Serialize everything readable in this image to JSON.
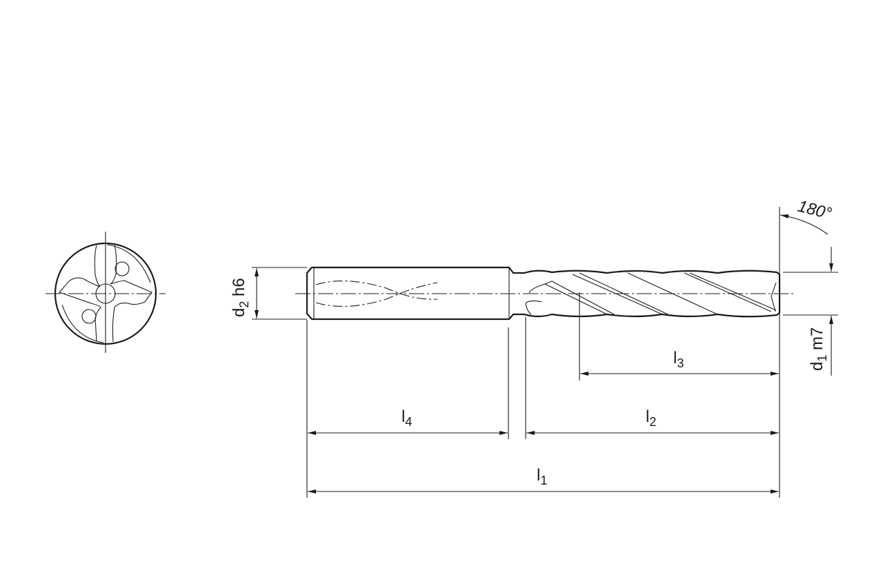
{
  "labels": {
    "d2": {
      "main": "d",
      "sub": "2",
      "tol": " h6"
    },
    "d1": {
      "main": "d",
      "sub": "1",
      "tol": " m7"
    },
    "l1": {
      "main": "l",
      "sub": "1"
    },
    "l2": {
      "main": "l",
      "sub": "2"
    },
    "l3": {
      "main": "l",
      "sub": "3"
    },
    "l4": {
      "main": "l",
      "sub": "4"
    },
    "angle": "180°"
  },
  "colors": {
    "line": "#1a1a1a",
    "background": "#ffffff"
  }
}
